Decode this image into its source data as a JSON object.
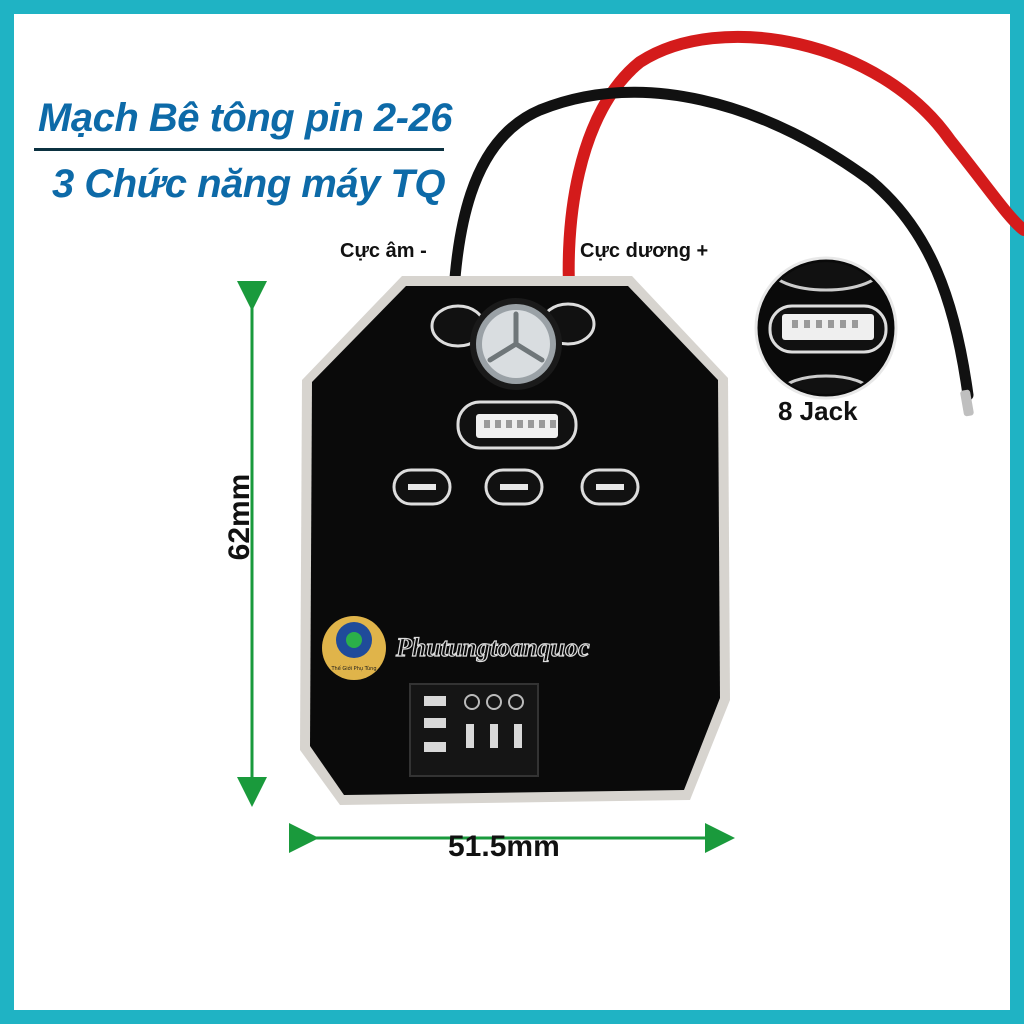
{
  "title": {
    "line1": "Mạch Bê tông pin 2-26",
    "line2": "3 Chức năng máy TQ"
  },
  "labels": {
    "negative_terminal": "Cực âm -",
    "positive_terminal": "Cực dương +",
    "connector": "8 Jack"
  },
  "dimensions": {
    "height": "62mm",
    "width": "51.5mm"
  },
  "watermark": {
    "brand": "Phutungtoanquoc",
    "badge_text": "Thế Giới Phụ Tùng"
  },
  "colors": {
    "border": "#1fb3c4",
    "title": "#0d6aa8",
    "board": "#0a0a0a",
    "arrow": "#1a9a3c",
    "wire_red": "#d41b1b",
    "wire_black": "#101010"
  }
}
